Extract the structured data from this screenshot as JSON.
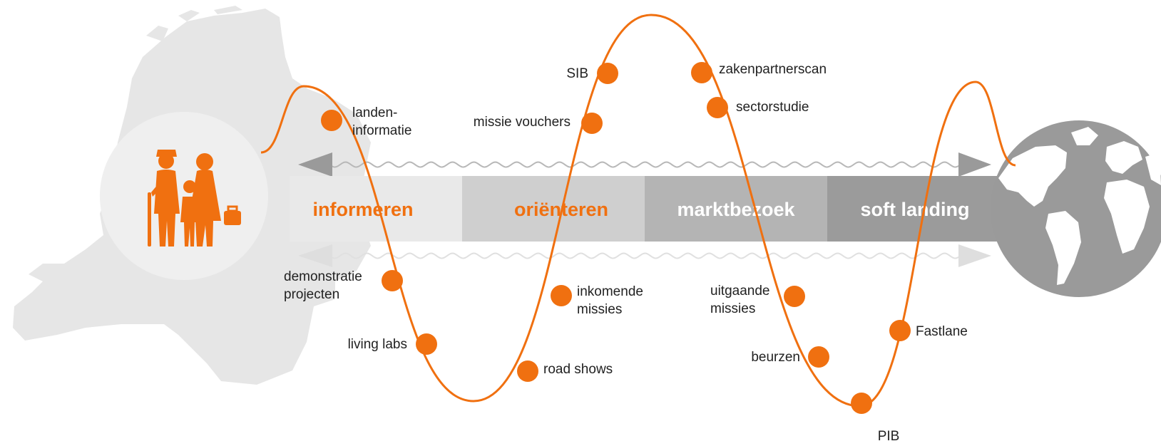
{
  "colors": {
    "accent": "#f07010",
    "map_gray": "#e6e6e6",
    "circle_bg": "#efefef",
    "globe_bg": "#9a9a9a",
    "arrow_top": "#9a9a9a",
    "arrow_bottom": "#dedede",
    "wave_line": "#b8b8b8"
  },
  "icons": {
    "left": "family-icon",
    "right": "globe-icon",
    "background": "netherlands-map"
  },
  "phases": [
    {
      "label": "informeren",
      "bg": "#e9e9e9",
      "fg": "#f07010"
    },
    {
      "label": "oriënteren",
      "bg": "#cfcfcf",
      "fg": "#f07010"
    },
    {
      "label": "marktbezoek",
      "bg": "#b4b4b4",
      "fg": "#ffffff"
    },
    {
      "label": "soft landing",
      "bg": "#9b9b9b",
      "fg": "#ffffff"
    }
  ],
  "instruments": [
    {
      "id": "landeninformatie",
      "lines": [
        "landen-",
        "informatie"
      ]
    },
    {
      "id": "demonstratieprojecten",
      "lines": [
        "demonstratie",
        "projecten"
      ]
    },
    {
      "id": "living-labs",
      "lines": [
        "living labs"
      ]
    },
    {
      "id": "road-shows",
      "lines": [
        "road shows"
      ]
    },
    {
      "id": "inkomende-missies",
      "lines": [
        "inkomende",
        "missies"
      ]
    },
    {
      "id": "missie-vouchers",
      "lines": [
        "missie vouchers"
      ]
    },
    {
      "id": "sib",
      "lines": [
        "SIB"
      ]
    },
    {
      "id": "zakenpartnerscan",
      "lines": [
        "zakenpartnerscan"
      ]
    },
    {
      "id": "sectorstudie",
      "lines": [
        "sectorstudie"
      ]
    },
    {
      "id": "uitgaande-missies",
      "lines": [
        "uitgaande",
        "missies"
      ]
    },
    {
      "id": "beurzen",
      "lines": [
        "beurzen"
      ]
    },
    {
      "id": "pib",
      "lines": [
        "PIB"
      ]
    },
    {
      "id": "fastlane",
      "lines": [
        "Fastlane"
      ]
    }
  ]
}
